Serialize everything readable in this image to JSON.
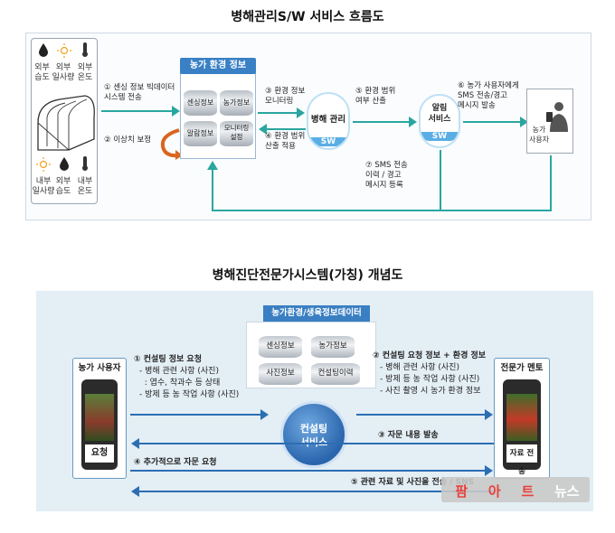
{
  "top": {
    "title": "병해관리S/W 서비스 흐름도",
    "sensors_top": [
      "외부\n습도",
      "외부\n일사량",
      "외부\n온도"
    ],
    "sensors_bottom": [
      "내부\n일사량",
      "외부\n습도",
      "내부\n온도"
    ],
    "step1": "① 센싱 정보 빅데이터\n   시스템 전송",
    "step2": "② 이상치 보정",
    "env_title": "농가 환경 정보",
    "env_dbs": [
      "센싱정보",
      "농가정보",
      "알람정보",
      "모니터링\n설정"
    ],
    "step3": "③ 환경 정보\n  모니터링",
    "step4": "④ 환경 범위\n  산출 적용",
    "pest_mgmt": "병해 관리",
    "sw_label": "SW",
    "step5": "⑤ 환경 범위\n  여부 산출",
    "alarm_service": "알림\n서비스",
    "step6": "⑥ 농가 사용자에게\n  SMS 전송/경고\n  메시지 발송",
    "farmer_label": "농가\n사용자",
    "step7": "⑦ SMS 전송\n   이력 / 경고\n   메시지 등록"
  },
  "bottom": {
    "title": "병해진단전문가시스템(가칭) 개념도",
    "db_title": "농가환경/생육정보데이터",
    "dbs": [
      "센싱정보",
      "농가정보",
      "사진정보",
      "컨설팅이력"
    ],
    "farmer_title": "농가 사용자",
    "farmer_request": "요청",
    "expert_title": "전문가 멘토",
    "expert_send": "자료 전송",
    "consult_service": "컨설팅\n서비스",
    "req1_title": "① 컨설팅 정보 요청",
    "req1_items": [
      "- 병해 관련 사항 (사진)",
      "  : 엽수, 착과수 등 상태",
      "- 방제 등 농 작업 사항 (사진)"
    ],
    "req2_title": "② 컨설팅 요청 정보 + 환경 정보",
    "req2_items": [
      "- 병해 관련 사항 (사진)",
      "- 방제 등 농 작업 사항 (사진)",
      "- 사진 촬영 시 농가 환경 정보"
    ],
    "step3": "③ 자문 내용 발송",
    "step4": "④ 추가적으로 자문 요청",
    "step5": "⑤ 관련 자료 및 사진을 전송 / SNS"
  },
  "watermark": {
    "text": "팜 아 트 뉴스",
    "chars": [
      "팜",
      "아",
      "트",
      "뉴스"
    ],
    "colors": [
      "#e8413c",
      "#e8413c",
      "#e8413c",
      "#ffffff"
    ]
  },
  "colors": {
    "accent_blue": "#3a80c5",
    "line_teal": "#2aa6a0",
    "orange": "#d9661f"
  }
}
